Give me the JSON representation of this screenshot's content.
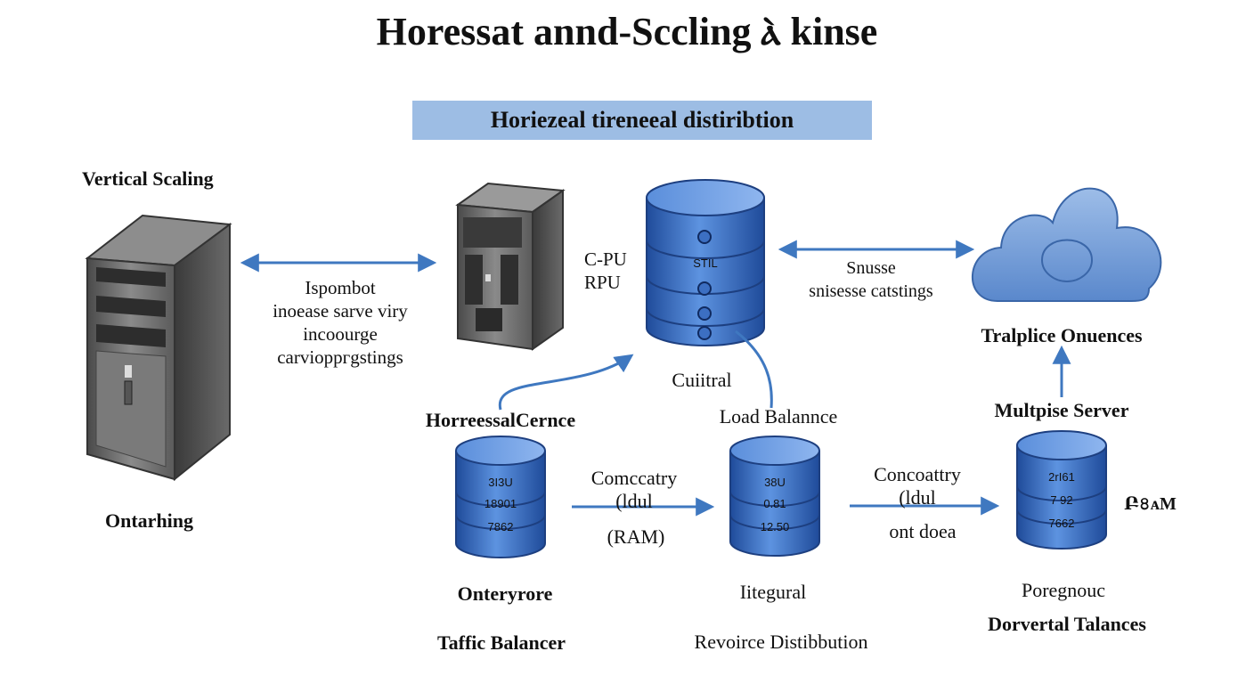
{
  "title": "Horessat annd-Sccling ⲁ̀ kinse",
  "banner": "Horiezeal tireneeal distiribtion",
  "vertical_scaling": {
    "heading": "Vertical Scaling",
    "footer": "Ontarhing",
    "arrow_text": "Ispombot\ninoease sarve viry\nincoourge\ncarviopргgstings"
  },
  "central_db": {
    "left_labels": "C-PU\nRPU",
    "disk_label": "STIL",
    "below_label": "Cuiitral",
    "balancer_label": "Load Balannce"
  },
  "cloud": {
    "arrow_text": "Snusse\nsnisesse catstings",
    "label": "Tralplice Onuences"
  },
  "left_db": {
    "top_label": "HorreessalCernce",
    "rows": [
      "3I3U",
      "18901",
      "7862"
    ],
    "bottom_label": "Onteryrore",
    "footer": "Taffic Balancer"
  },
  "middle_db": {
    "rows": [
      "38U",
      "0.81",
      "12.50"
    ],
    "bottom_label": "Iitegural",
    "footer": "Revoirce Distibbution",
    "arrow_text": "Comccatry\n(ldul",
    "arrow_sub": "(RAM)"
  },
  "right_db": {
    "top_label": "Multpise Server",
    "rows": [
      "2rI61",
      "7 92",
      "7662"
    ],
    "side_label": "Բ৪ᴀM",
    "bottom_label": "Poregnouc",
    "footer": "Dorvertal Talances",
    "arrow_text": "Concoattry\n(ldul",
    "arrow_sub": "ont doea"
  },
  "colors": {
    "arrow": "#3f78c0",
    "db_blue": "#3c6fc2",
    "db_dark": "#1d3f80",
    "banner": "#9dbde4",
    "cloud": "#6f9ad6"
  }
}
